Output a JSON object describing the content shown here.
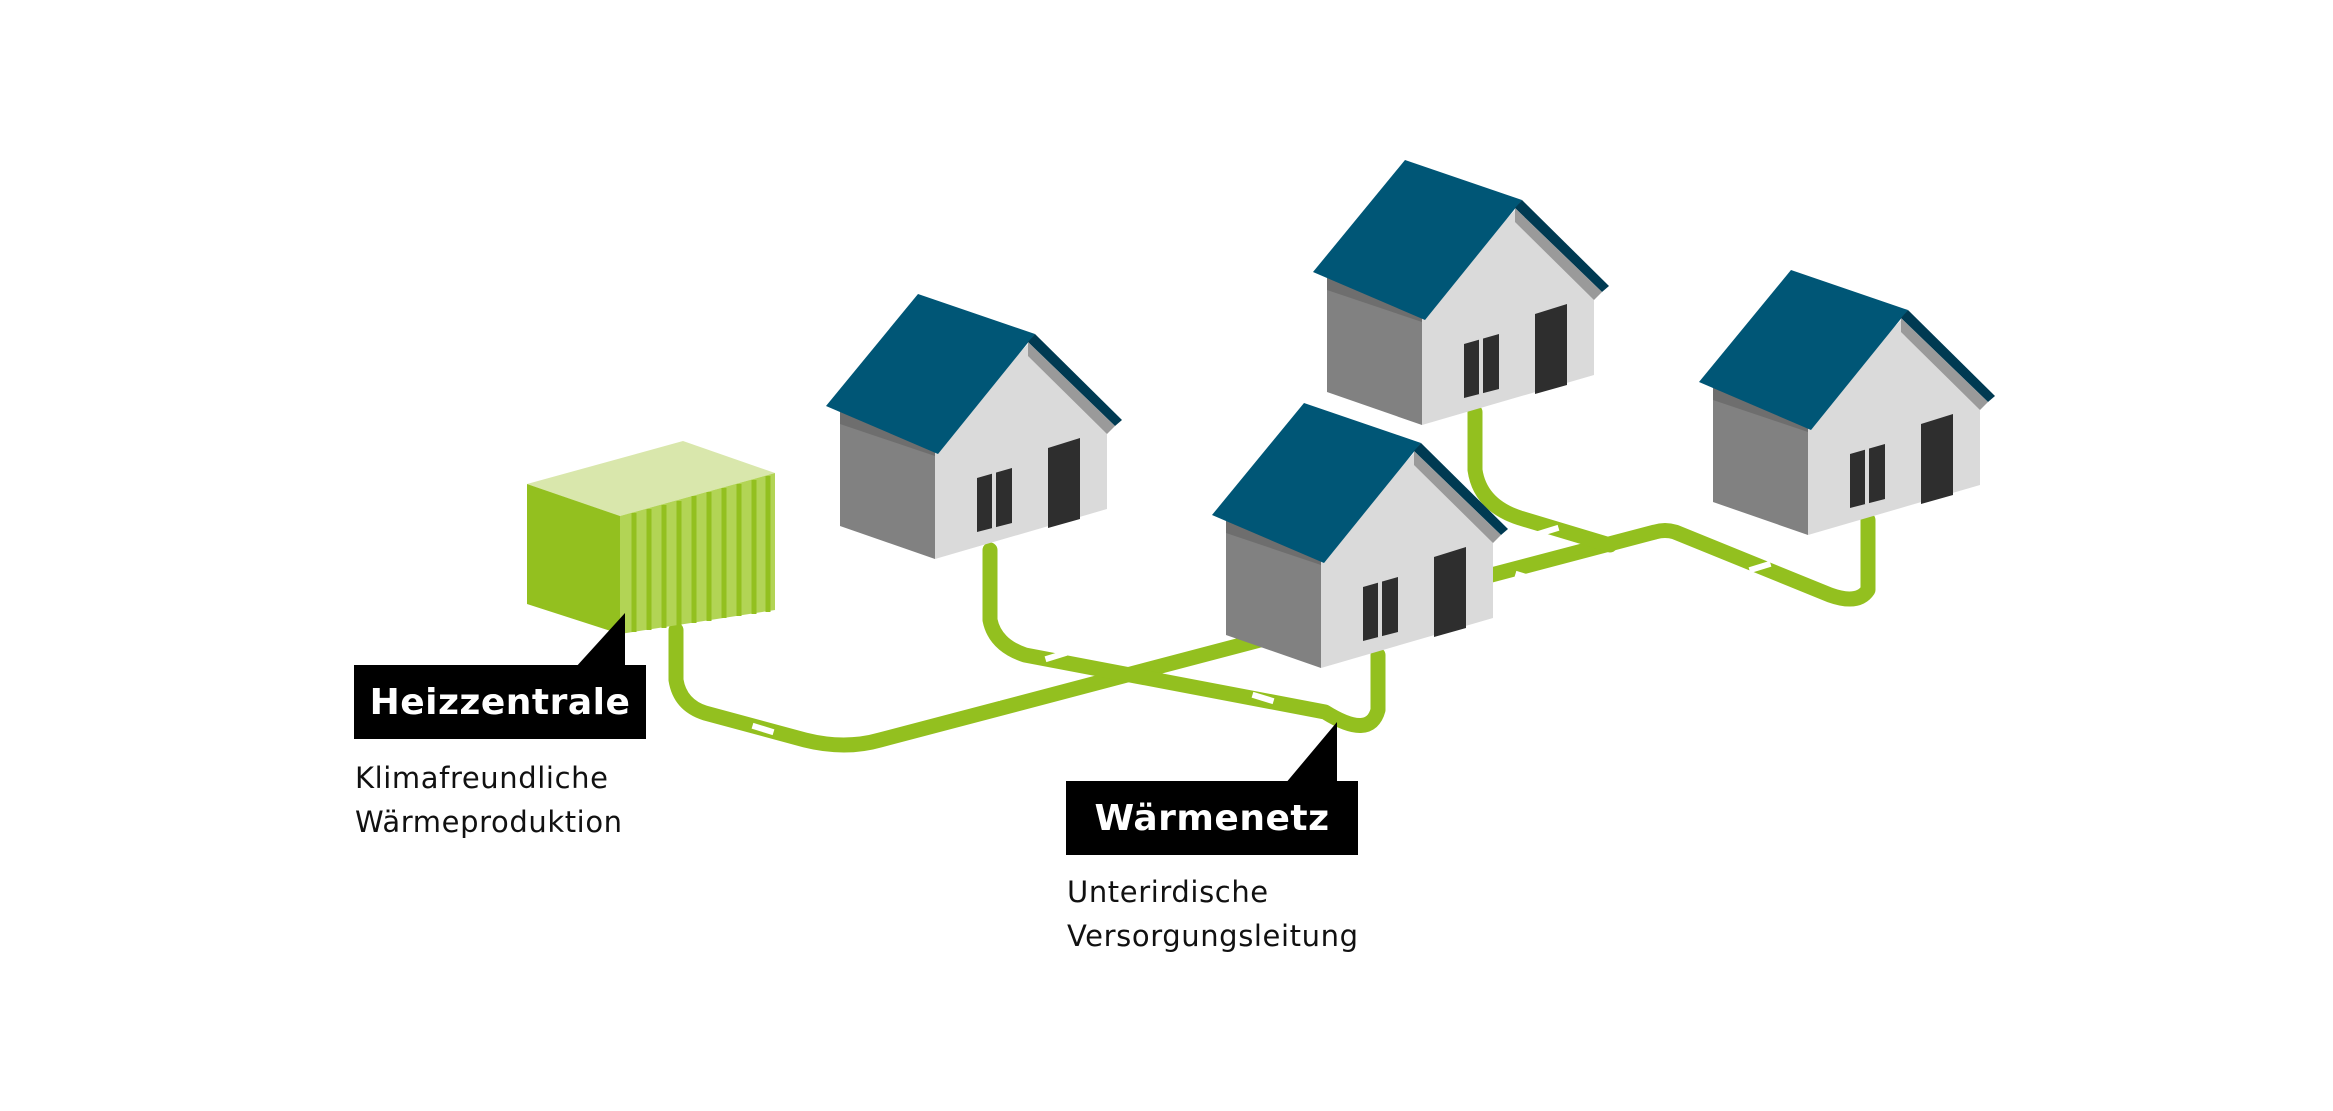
{
  "colors": {
    "pipe": "#93c01f",
    "roof": "#005676",
    "roof_edge": "#003a52",
    "wall_front": "#dadada",
    "wall_side": "#818181",
    "dark": "#2e2e2e",
    "box_top": "#d9e7ac",
    "box_side": "#93c01f",
    "box_front": "#b2d455"
  },
  "labels": {
    "heizzentrale": {
      "title": "Heizzentrale",
      "line1": "Klimafreundliche",
      "line2": "Wärmeproduktion"
    },
    "waermenetz": {
      "title": "Wärmenetz",
      "line1": "Unterirdische",
      "line2": "Versorgungsleitung"
    }
  },
  "icons": [
    "heating-plant-icon",
    "house-icon"
  ]
}
